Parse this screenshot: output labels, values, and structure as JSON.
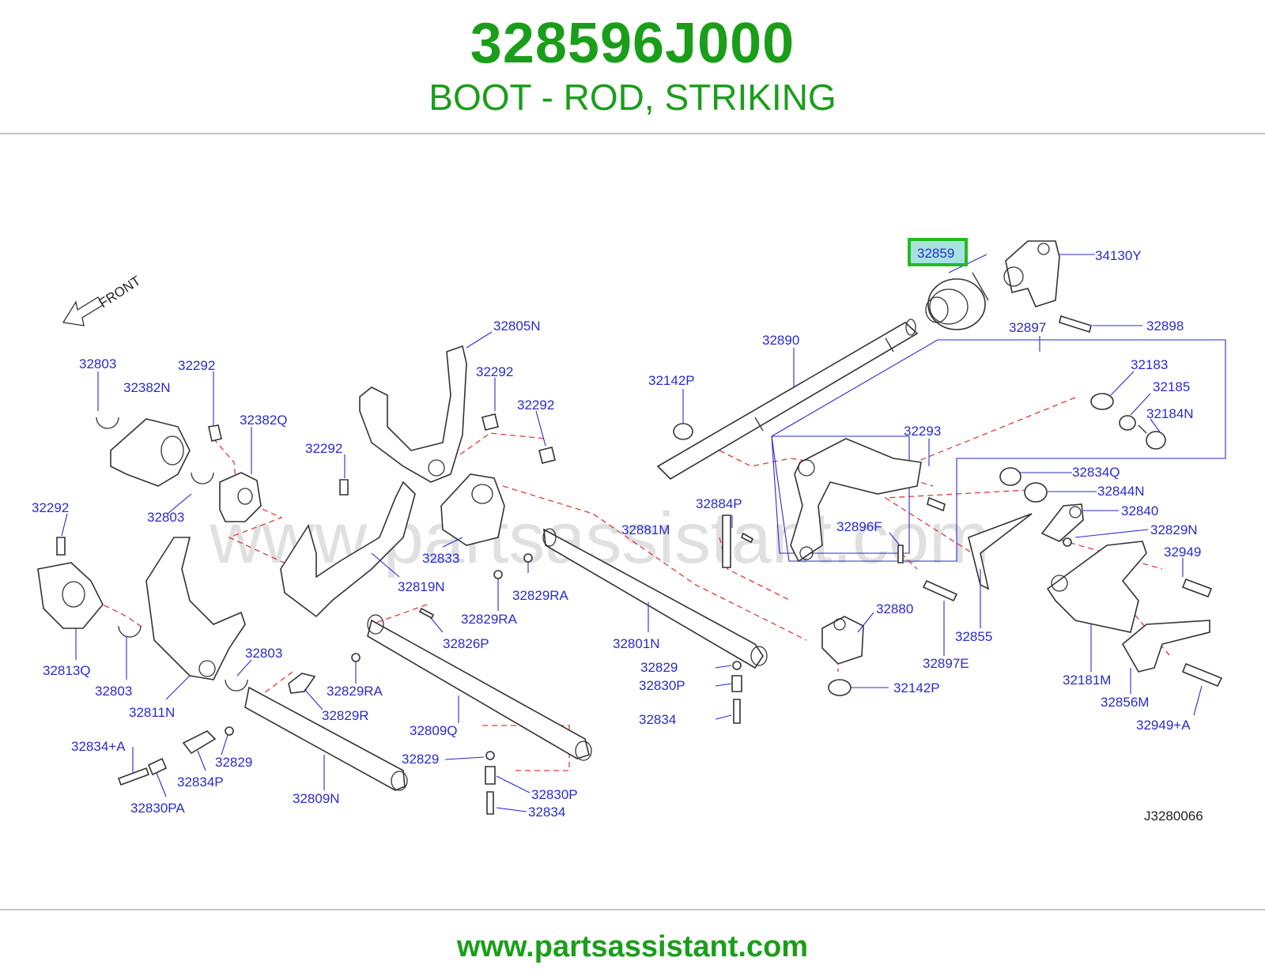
{
  "header": {
    "part_number": "328596J000",
    "part_name": "BOOT - ROD, STRIKING"
  },
  "diagram": {
    "watermark": "www.partsassistant.com",
    "front_label": "FRONT",
    "diagram_code": "J3280066",
    "highlighted_label": "32859",
    "labels": {
      "l32859": "32859",
      "l34130Y": "34130Y",
      "l32898": "32898",
      "l32897": "32897",
      "l32890": "32890",
      "l32183": "32183",
      "l32185": "32185",
      "l32184N": "32184N",
      "l32142P_a": "32142P",
      "l32293": "32293",
      "l32834Q": "32834Q",
      "l32844N": "32844N",
      "l32840": "32840",
      "l32829N": "32829N",
      "l32949": "32949",
      "l32805N": "32805N",
      "l32292_a": "32292",
      "l32292_b": "32292",
      "l32292_c": "32292",
      "l32292_d": "32292",
      "l32292_e": "32292",
      "l32803_a": "32803",
      "l32382N": "32382N",
      "l32382Q": "32382Q",
      "l32803_b": "32803",
      "l32884P": "32884P",
      "l32881M": "32881M",
      "l32896F": "32896F",
      "l32833": "32833",
      "l32819N": "32819N",
      "l32829RA_a": "32829RA",
      "l32829RA_b": "32829RA",
      "l32829RA_c": "32829RA",
      "l32880": "32880",
      "l32855": "32855",
      "l32181M": "32181M",
      "l32897E": "32897E",
      "l32142P_b": "32142P",
      "l32856M": "32856M",
      "l32949A": "32949+A",
      "l32813Q": "32813Q",
      "l32803_c": "32803",
      "l32803_d": "32803",
      "l32811N": "32811N",
      "l32826P": "32826P",
      "l32801N": "32801N",
      "l32829_a": "32829",
      "l32830P_a": "32830P",
      "l32834_a": "32834",
      "l32829R": "32829R",
      "l32809Q": "32809Q",
      "l32834A": "32834+A",
      "l32829_b": "32829",
      "l32834P": "32834P",
      "l32830PA": "32830PA",
      "l32809N": "32809N",
      "l32829_c": "32829",
      "l32830P_b": "32830P",
      "l32834_b": "32834"
    }
  },
  "footer": {
    "url": "www.partsassistant.com"
  },
  "colors": {
    "brand_green": "#1a9e1a",
    "label_blue": "#2a2ad0",
    "highlight_box": "#22bb22",
    "highlight_fill": "#a8e2e0",
    "guide_red": "#e0393c"
  }
}
